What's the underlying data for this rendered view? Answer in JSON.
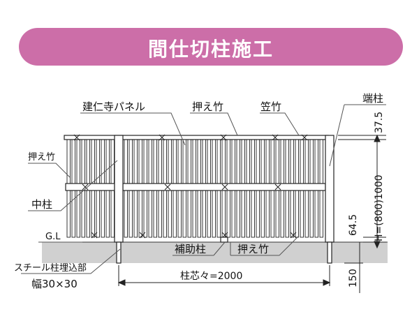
{
  "header": {
    "title": "間仕切柱施工"
  },
  "labels": {
    "kenninji_panel": "建仁寺パネル",
    "osae_take_top": "押え竹",
    "kasa_take": "笠竹",
    "hashira_end": "端柱",
    "osae_take_left": "押え竹",
    "naka_bashira": "中柱",
    "ground_level": "G.L",
    "hojo_bashira": "補助柱",
    "osae_take_bottom": "押え竹",
    "steel_post_line1": "スチール柱埋込部",
    "steel_post_line2": "幅30×30"
  },
  "dimensions": {
    "post_pitch": "柱芯々=2000",
    "top_gap": "37.5",
    "height": "H=(800)1000",
    "bottom_gap": "64.5",
    "embed_depth": "150"
  },
  "colors": {
    "banner": "#cc6ea8",
    "ground": "#d0d0d0",
    "line": "#222222",
    "callout": "#555555"
  }
}
